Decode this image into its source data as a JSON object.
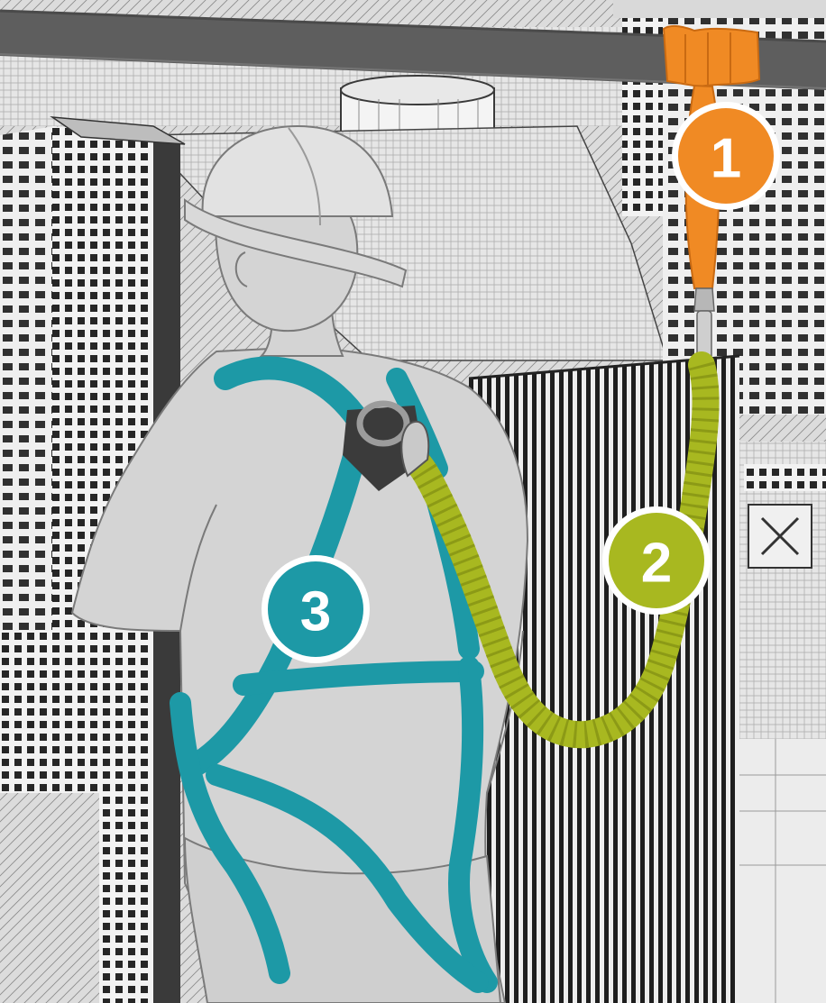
{
  "illustration": {
    "subject": "worker-with-fall-arrest-system",
    "colors": {
      "anchor": "#f08a24",
      "lanyard": "#a8b820",
      "harness": "#1d99a6",
      "figure": "#d4d4d4",
      "figure_outline": "#7a7a7a",
      "beam": "#5e5e5e"
    },
    "badges": [
      {
        "number": "1",
        "component": "anchorage-connector",
        "color": "#f08a24"
      },
      {
        "number": "2",
        "component": "shock-absorbing-lanyard",
        "color": "#a8b820"
      },
      {
        "number": "3",
        "component": "full-body-harness",
        "color": "#1d99a6"
      }
    ]
  }
}
